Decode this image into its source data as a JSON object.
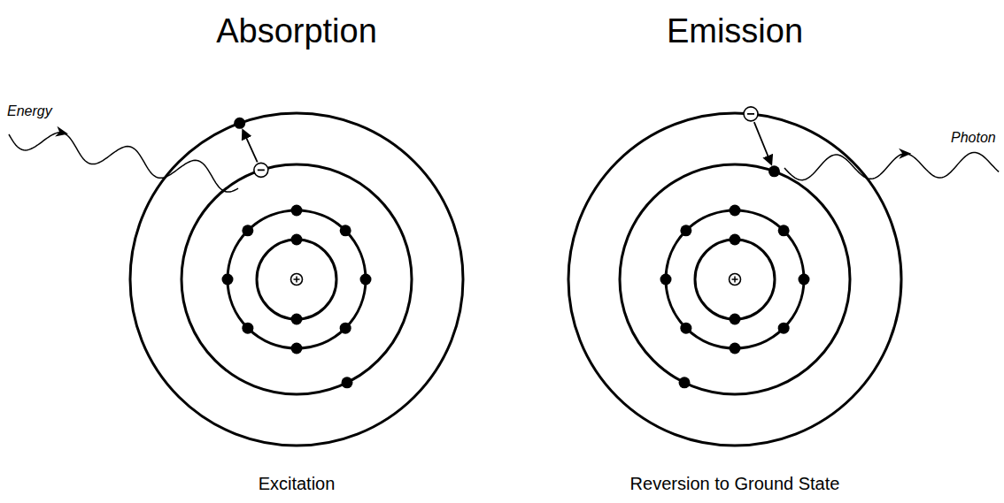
{
  "diagram": {
    "nodes": [
      {
        "text": [
          "Absorption",
          "Excitation"
        ]
      },
      {
        "text": [
          "Emission",
          "Reversion to Ground State"
        ]
      }
    ],
    "labels": [
      "Energy",
      "Photon"
    ]
  }
}
